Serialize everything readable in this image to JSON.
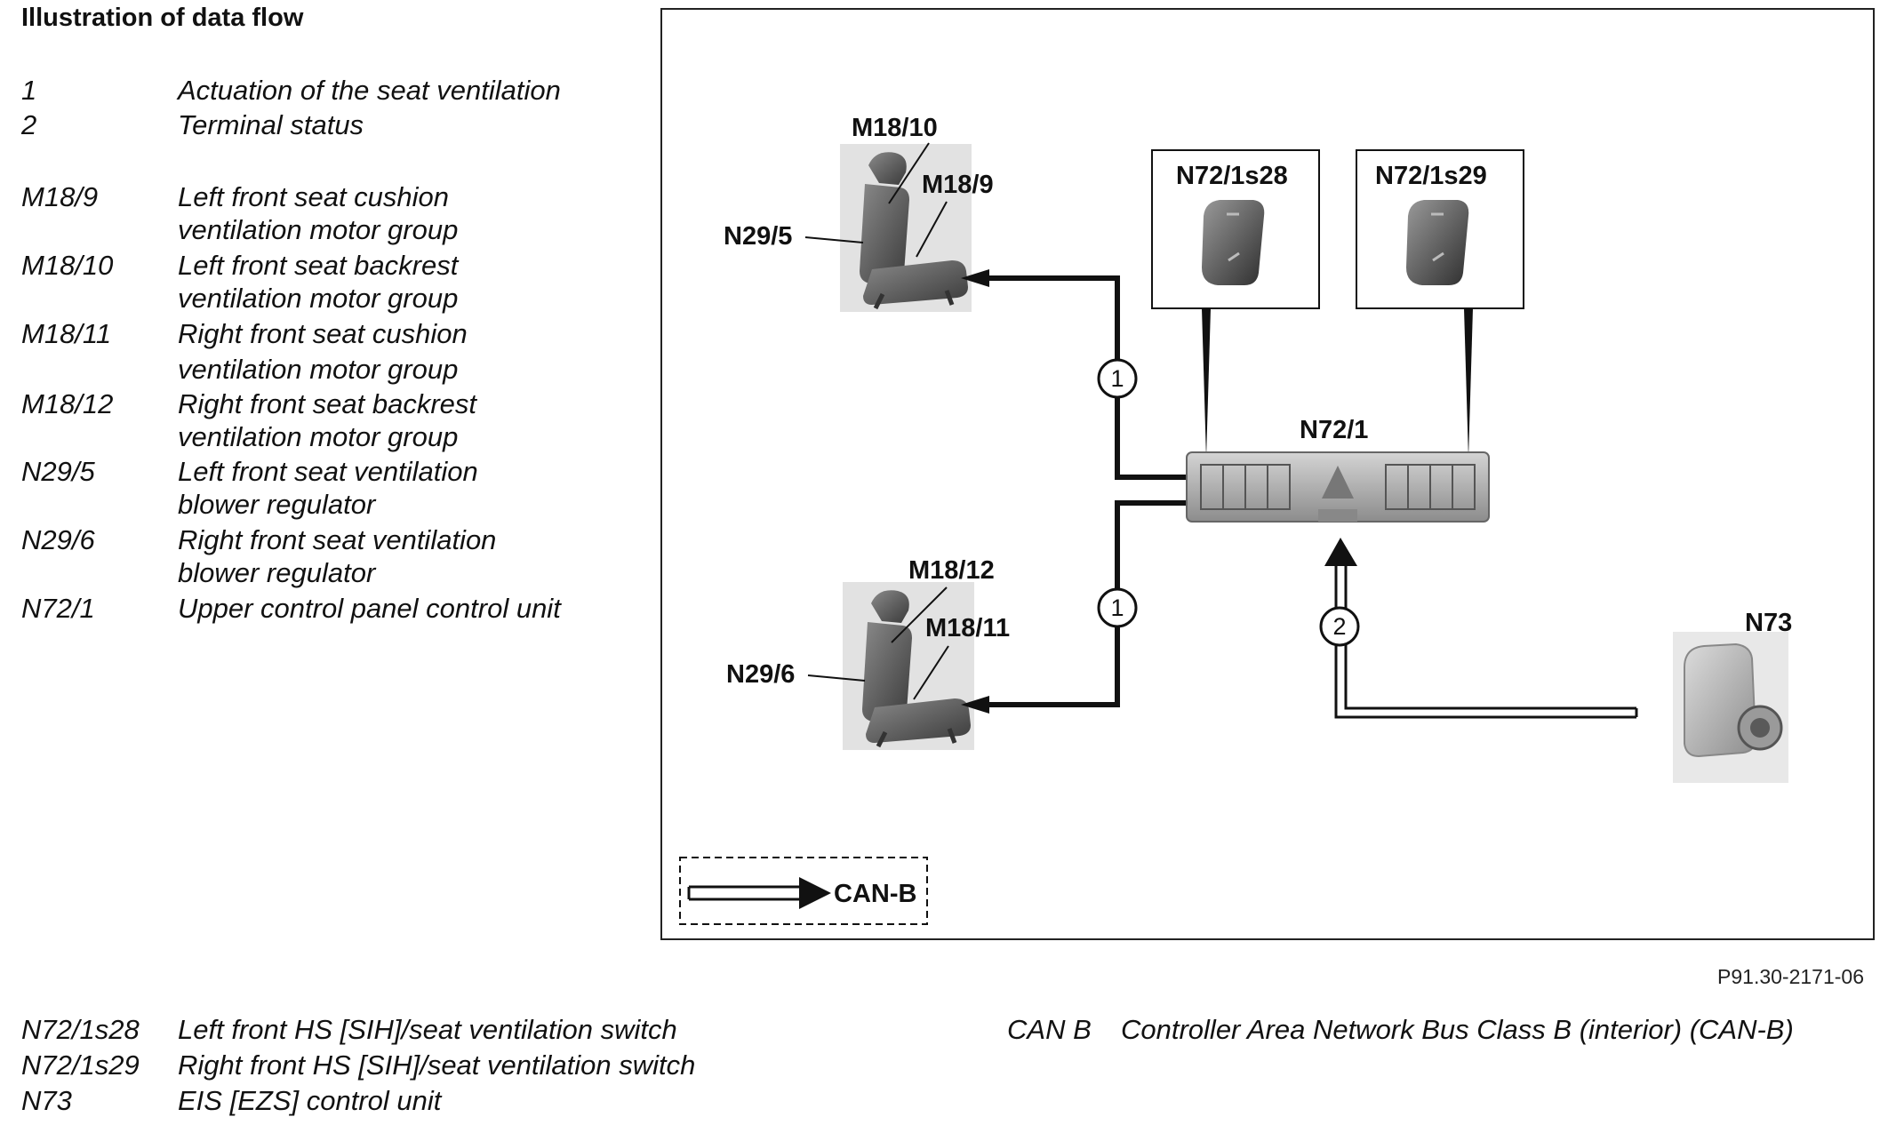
{
  "title": "Illustration of data flow",
  "legend_top": [
    {
      "code": "1",
      "desc": [
        "Actuation of the seat ventilation"
      ]
    },
    {
      "code": "2",
      "desc": [
        "Terminal status"
      ]
    },
    {
      "code": "M18/9",
      "desc": [
        "Left front seat cushion",
        "ventilation motor group"
      ]
    },
    {
      "code": "M18/10",
      "desc": [
        "Left front seat backrest",
        "ventilation motor group"
      ]
    },
    {
      "code": "M18/11",
      "desc": [
        "Right front seat cushion",
        "ventilation motor group"
      ]
    },
    {
      "code": "M18/12",
      "desc": [
        "Right front seat backrest",
        "ventilation motor group"
      ]
    },
    {
      "code": "N29/5",
      "desc": [
        "Left front seat ventilation",
        "blower regulator"
      ]
    },
    {
      "code": "N29/6",
      "desc": [
        "Right front seat ventilation",
        "blower regulator"
      ]
    },
    {
      "code": "N72/1",
      "desc": [
        "Upper control panel control unit"
      ]
    }
  ],
  "legend_bottom": [
    {
      "code": "N72/1s28",
      "desc": "Left front HS [SIH]/seat ventilation switch"
    },
    {
      "code": "N72/1s29",
      "desc": "Right front HS [SIH]/seat ventilation switch"
    },
    {
      "code": "N73",
      "desc": "EIS [EZS] control unit"
    }
  ],
  "can_legend": {
    "code": "CAN B",
    "desc": "Controller Area Network Bus Class B (interior) (CAN-B)"
  },
  "figure_number": "P91.30-2171-06",
  "diagram": {
    "seat_top_labels": {
      "backrest": "M18/10",
      "cushion": "M18/9",
      "regulator": "N29/5"
    },
    "seat_bottom_labels": {
      "backrest": "M18/12",
      "cushion": "M18/11",
      "regulator": "N29/6"
    },
    "switch_left_label": "N72/1s28",
    "switch_right_label": "N72/1s29",
    "control_unit_label": "N72/1",
    "eis_label": "N73",
    "flow_1_top": "1",
    "flow_1_bottom": "1",
    "flow_2": "2",
    "bus_legend_label": "CAN-B"
  }
}
